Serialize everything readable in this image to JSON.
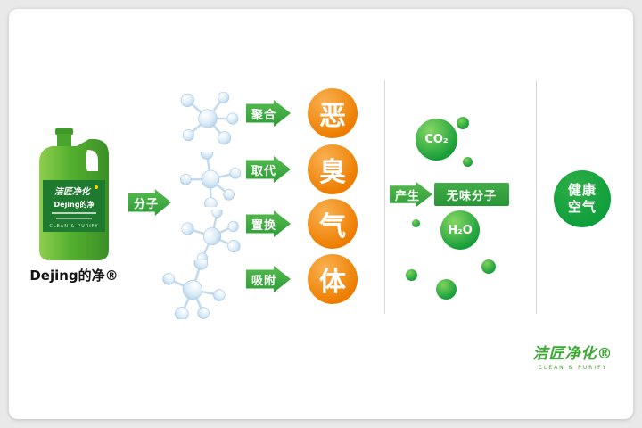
{
  "product": {
    "name": "Dejing的净®",
    "label_brand": "洁匠净化",
    "label_sub": "Dejing的净",
    "label_tagline": "CLEAN & PURIFY"
  },
  "flow": {
    "input_label": "分子",
    "processes": [
      "聚合",
      "取代",
      "置换",
      "吸附"
    ],
    "odor_chars": [
      "恶",
      "臭",
      "气",
      "体"
    ],
    "co2": "CO₂",
    "h2o": "H₂O",
    "produce_label": "产生",
    "odorless_label": "无味分子",
    "result_line1": "健康",
    "result_line2": "空气"
  },
  "logo": {
    "brand": "洁匠净化®",
    "tagline": "CLEAN & PURIFY"
  },
  "colors": {
    "green": "#2fa03c",
    "orange": "#ed7d00",
    "molecule_blue": "#d6e8f6"
  }
}
